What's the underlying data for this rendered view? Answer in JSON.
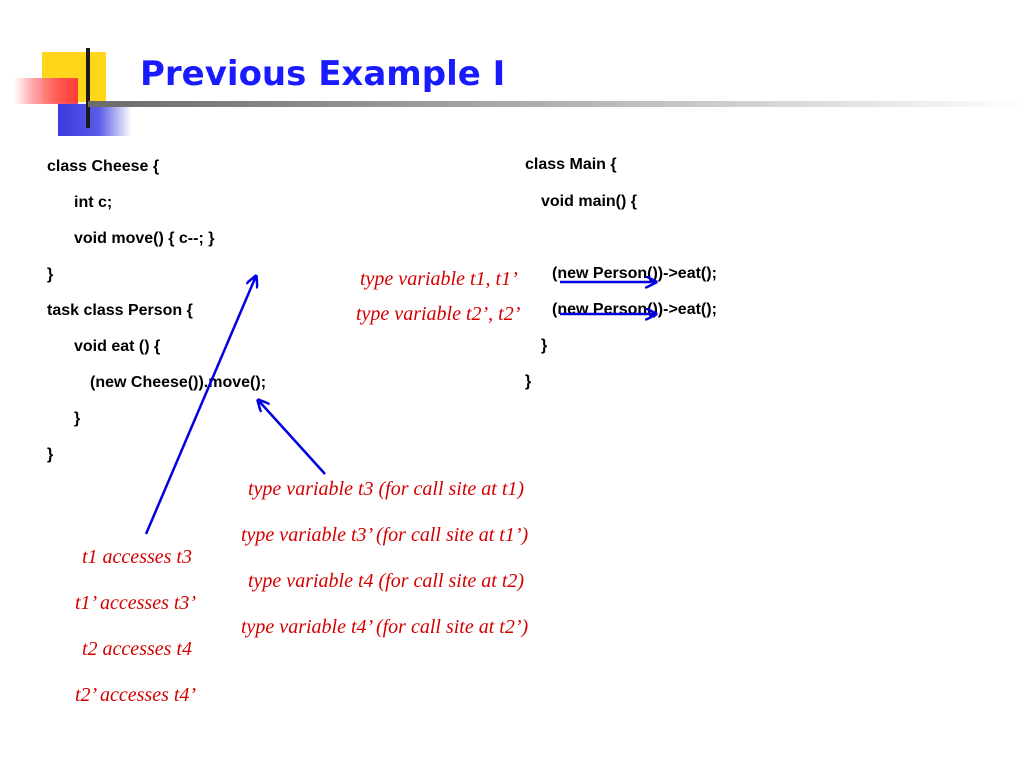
{
  "slide": {
    "title": "Previous Example I"
  },
  "code_left": [
    "class Cheese {",
    "int c;",
    "void move() { c--; }",
    "}",
    "task class Person {",
    "void eat () {",
    "(new Cheese()).move();",
    "}",
    "}"
  ],
  "code_right": [
    "class Main {",
    "void main() {",
    "(new Person())->eat();",
    "(new Person())->eat();",
    "}",
    "}"
  ],
  "annotations": {
    "type_var_t1": "type variable t1, t1’",
    "type_var_t2": "type variable t2’, t2’",
    "type_var_t3": "type variable t3 (for call site at t1)",
    "type_var_t3p": "type variable t3’ (for call site at t1’)",
    "type_var_t4": "type variable t4 (for call site at t2)",
    "type_var_t4p": "type variable t4’ (for call site at t2’)"
  },
  "accesses": [
    "t1 accesses t3",
    "t1’ accesses t3’",
    "t2 accesses t4",
    "t2’ accesses t4’"
  ],
  "colors": {
    "title": "#1a1aff",
    "annotation": "#d40000",
    "arrow": "#0000e0"
  }
}
